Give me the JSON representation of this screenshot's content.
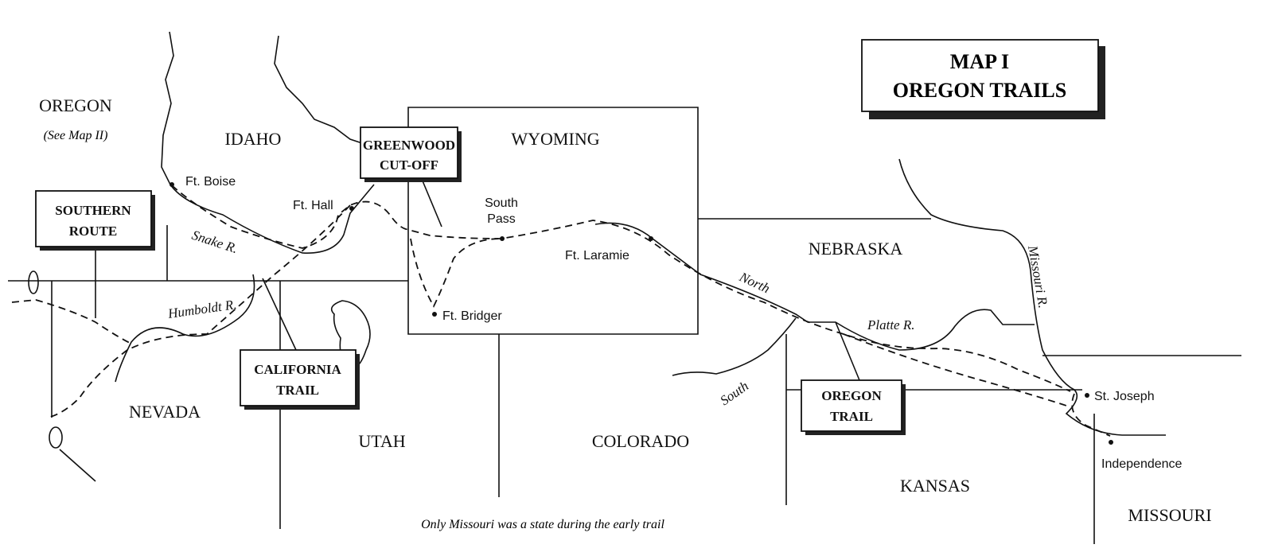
{
  "title": {
    "line1": "MAP I",
    "line2": "OREGON TRAILS"
  },
  "states": {
    "oregon": "OREGON",
    "oregon_note": "(See Map II)",
    "idaho": "IDAHO",
    "wyoming": "WYOMING",
    "nebraska": "NEBRASKA",
    "nevada": "NEVADA",
    "utah": "UTAH",
    "colorado": "COLORADO",
    "kansas": "KANSAS",
    "missouri": "MISSOURI"
  },
  "forts": {
    "boise": "Ft. Boise",
    "hall": "Ft. Hall",
    "south_pass_1": "South",
    "south_pass_2": "Pass",
    "laramie": "Ft. Laramie",
    "bridger": "Ft. Bridger",
    "st_joseph": "St. Joseph",
    "independence": "Independence"
  },
  "rivers": {
    "snake": "Snake R.",
    "humboldt": "Humboldt R.",
    "north": "North",
    "platte": "Platte R.",
    "south": "South",
    "missouri": "Missouri R."
  },
  "routes": {
    "greenwood_1": "GREENWOOD",
    "greenwood_2": "CUT-OFF",
    "southern_1": "SOUTHERN",
    "southern_2": "ROUTE",
    "california_1": "CALIFORNIA",
    "california_2": "TRAIL",
    "oregon_1": "OREGON",
    "oregon_2": "TRAIL"
  },
  "caption": "Only Missouri was a state during the early trail"
}
